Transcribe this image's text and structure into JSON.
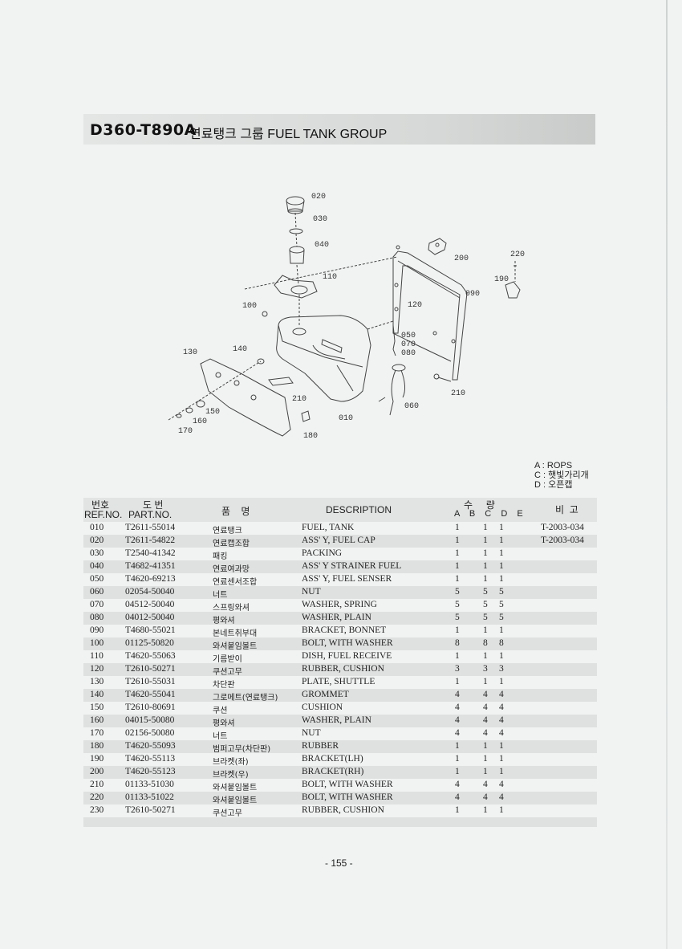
{
  "header": {
    "code": "D360-T890A",
    "name": "연료탱크 그룹 FUEL TANK GROUP"
  },
  "diagram": {
    "callouts": [
      "020",
      "030",
      "040",
      "110",
      "100",
      "140",
      "130",
      "150",
      "160",
      "170",
      "010",
      "210",
      "180",
      "200",
      "220",
      "190",
      "090",
      "120",
      "050",
      "070",
      "080",
      "060",
      "210"
    ]
  },
  "legend": [
    "A : ROPS",
    "C : 햇빛가리개",
    "D : 오픈캡"
  ],
  "table": {
    "headers": {
      "ref_ko": "번호",
      "ref_en": "REF.NO.",
      "part_ko": "도  번",
      "part_en": "PART.NO.",
      "name_ko": "품    명",
      "desc": "DESCRIPTION",
      "qty_ko": "수     량",
      "qty_cols": "A  B  C  D  E",
      "note_ko": "비  고"
    },
    "rows": [
      {
        "ref": "010",
        "part": "T2611-55014",
        "kname": "연료탱크",
        "desc": "FUEL, TANK",
        "a": "1",
        "c": "1",
        "d": "1",
        "note": "T-2003-034"
      },
      {
        "ref": "020",
        "part": "T2611-54822",
        "kname": "연료캡조합",
        "desc": "ASS' Y, FUEL CAP",
        "a": "1",
        "c": "1",
        "d": "1",
        "note": "T-2003-034"
      },
      {
        "ref": "030",
        "part": "T2540-41342",
        "kname": "패킹",
        "desc": "PACKING",
        "a": "1",
        "c": "1",
        "d": "1",
        "note": ""
      },
      {
        "ref": "040",
        "part": "T4682-41351",
        "kname": "연료여과망",
        "desc": "ASS' Y STRAINER FUEL",
        "a": "1",
        "c": "1",
        "d": "1",
        "note": ""
      },
      {
        "ref": "050",
        "part": "T4620-69213",
        "kname": "연료센서조합",
        "desc": "ASS' Y, FUEL SENSER",
        "a": "1",
        "c": "1",
        "d": "1",
        "note": ""
      },
      {
        "ref": "060",
        "part": "02054-50040",
        "kname": "너트",
        "desc": "NUT",
        "a": "5",
        "c": "5",
        "d": "5",
        "note": ""
      },
      {
        "ref": "070",
        "part": "04512-50040",
        "kname": "스프링와셔",
        "desc": "WASHER, SPRING",
        "a": "5",
        "c": "5",
        "d": "5",
        "note": ""
      },
      {
        "ref": "080",
        "part": "04012-50040",
        "kname": "평와셔",
        "desc": "WASHER, PLAIN",
        "a": "5",
        "c": "5",
        "d": "5",
        "note": ""
      },
      {
        "ref": "090",
        "part": "T4680-55021",
        "kname": "본네트취부대",
        "desc": "BRACKET, BONNET",
        "a": "1",
        "c": "1",
        "d": "1",
        "note": ""
      },
      {
        "ref": "100",
        "part": "01125-50820",
        "kname": "와셔붙임볼트",
        "desc": "BOLT, WITH WASHER",
        "a": "8",
        "c": "8",
        "d": "8",
        "note": ""
      },
      {
        "ref": "110",
        "part": "T4620-55063",
        "kname": "기름받이",
        "desc": "DISH, FUEL RECEIVE",
        "a": "1",
        "c": "1",
        "d": "1",
        "note": ""
      },
      {
        "ref": "120",
        "part": "T2610-50271",
        "kname": "쿠션고무",
        "desc": "RUBBER, CUSHION",
        "a": "3",
        "c": "3",
        "d": "3",
        "note": ""
      },
      {
        "ref": "130",
        "part": "T2610-55031",
        "kname": "차단판",
        "desc": "PLATE, SHUTTLE",
        "a": "1",
        "c": "1",
        "d": "1",
        "note": ""
      },
      {
        "ref": "140",
        "part": "T4620-55041",
        "kname": "그로메트(연료탱크)",
        "desc": "GROMMET",
        "a": "4",
        "c": "4",
        "d": "4",
        "note": ""
      },
      {
        "ref": "150",
        "part": "T2610-80691",
        "kname": "쿠션",
        "desc": "CUSHION",
        "a": "4",
        "c": "4",
        "d": "4",
        "note": ""
      },
      {
        "ref": "160",
        "part": "04015-50080",
        "kname": "평와셔",
        "desc": "WASHER, PLAIN",
        "a": "4",
        "c": "4",
        "d": "4",
        "note": ""
      },
      {
        "ref": "170",
        "part": "02156-50080",
        "kname": "너트",
        "desc": "NUT",
        "a": "4",
        "c": "4",
        "d": "4",
        "note": ""
      },
      {
        "ref": "180",
        "part": "T4620-55093",
        "kname": "범퍼고무(차단판)",
        "desc": "RUBBER",
        "a": "1",
        "c": "1",
        "d": "1",
        "note": ""
      },
      {
        "ref": "190",
        "part": "T4620-55113",
        "kname": "브라켓(좌)",
        "desc": "BRACKET(LH)",
        "a": "1",
        "c": "1",
        "d": "1",
        "note": ""
      },
      {
        "ref": "200",
        "part": "T4620-55123",
        "kname": "브라켓(우)",
        "desc": "BRACKET(RH)",
        "a": "1",
        "c": "1",
        "d": "1",
        "note": ""
      },
      {
        "ref": "210",
        "part": "01133-51030",
        "kname": "와셔붙임볼트",
        "desc": "BOLT, WITH WASHER",
        "a": "4",
        "c": "4",
        "d": "4",
        "note": ""
      },
      {
        "ref": "220",
        "part": "01133-51022",
        "kname": "와셔붙임볼트",
        "desc": "BOLT, WITH WASHER",
        "a": "4",
        "c": "4",
        "d": "4",
        "note": ""
      },
      {
        "ref": "230",
        "part": "T2610-50271",
        "kname": "쿠션고무",
        "desc": "RUBBER, CUSHION",
        "a": "1",
        "c": "1",
        "d": "1",
        "note": ""
      }
    ]
  },
  "footer": {
    "page": "- 155 -"
  }
}
